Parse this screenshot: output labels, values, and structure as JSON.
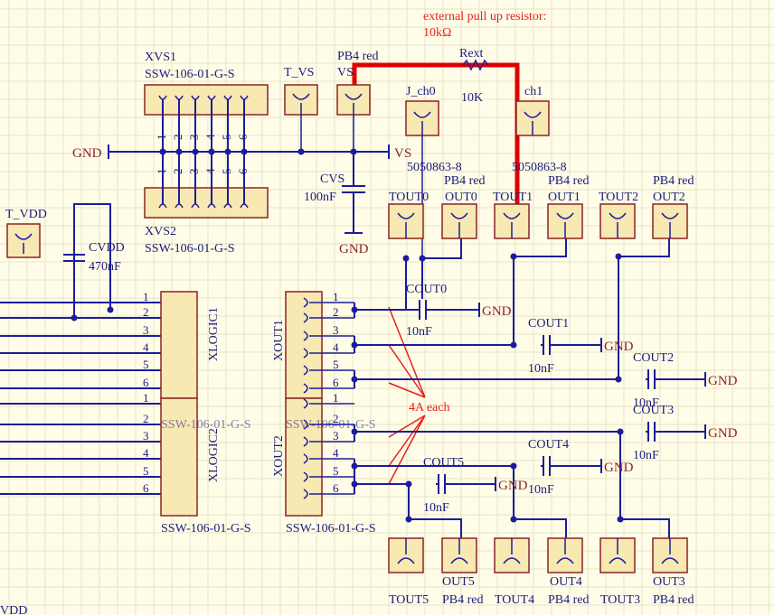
{
  "note": {
    "line1": "external pull up resistor:",
    "line2": "10kΩ",
    "current": "4A each"
  },
  "resistor": {
    "ref": "Rext",
    "value": "10K"
  },
  "vs": {
    "ref": "VS",
    "pb": "PB4 red",
    "tp": "T_VS",
    "cap_ref": "CVS",
    "cap_val": "100nF"
  },
  "gnd": "GND",
  "vdd": {
    "tp": "T_VDD",
    "cap_ref": "CVDD",
    "cap_val": "470nF",
    "net": "VDD"
  },
  "xvs1": {
    "ref": "XVS1",
    "part": "SSW-106-01-G-S"
  },
  "xvs2": {
    "ref": "XVS2",
    "part": "SSW-106-01-G-S"
  },
  "pins": [
    "1",
    "2",
    "3",
    "4",
    "5",
    "6"
  ],
  "jch0": {
    "ref": "J_ch0",
    "part": "5050863-8"
  },
  "jch1": {
    "ref": "ch1",
    "part": "5050863-8"
  },
  "tout": [
    "TOUT0",
    "TOUT1",
    "TOUT2",
    "TOUT3",
    "TOUT4",
    "TOUT5"
  ],
  "out": [
    "OUT0",
    "OUT1",
    "OUT2",
    "OUT3",
    "OUT4",
    "OUT5"
  ],
  "pb": "PB4 red",
  "cout": [
    "COUT0",
    "COUT1",
    "COUT2",
    "COUT3",
    "COUT4",
    "COUT5"
  ],
  "cout_val": "10nF",
  "xlogic1": "XLOGIC1",
  "xlogic2": "XLOGIC2",
  "xout1": "XOUT1",
  "xout2": "XOUT2",
  "conn_part": "SSW-106-01-G-S"
}
